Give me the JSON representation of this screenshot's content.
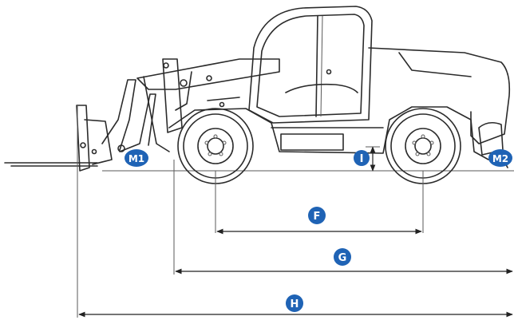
{
  "labels": {
    "m1": "M1",
    "m2": "M2",
    "i": "I",
    "f": "F",
    "g": "G",
    "h": "H"
  },
  "colors": {
    "badge": "#1f63b5",
    "badge_text": "#ffffff",
    "line": "#2b2b2b"
  },
  "icons": [
    "telehandler-outline"
  ]
}
